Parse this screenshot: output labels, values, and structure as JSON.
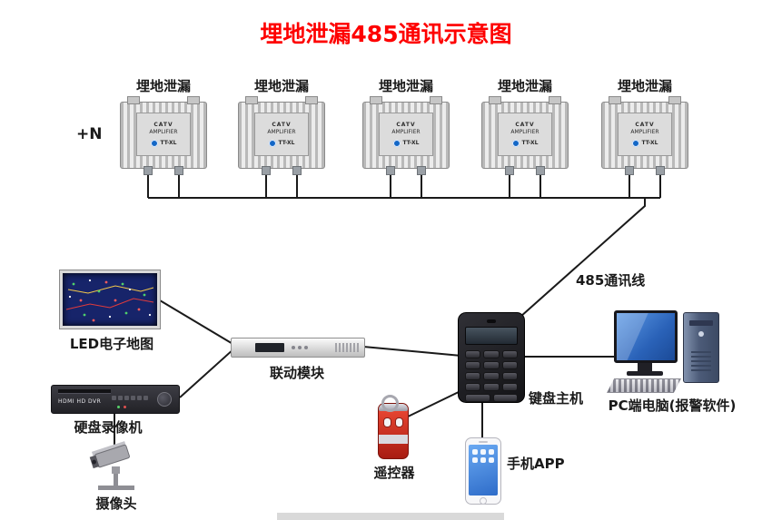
{
  "title": "埋地泄漏485通讯示意图",
  "left_note": "+N",
  "amplifier": {
    "label": "埋地泄漏",
    "plate_line1": "CATV",
    "plate_line2": "AMPLIFIER",
    "model": "TT-XL"
  },
  "wire_label": "485通讯线",
  "devices": {
    "led_map": {
      "label": "LED电子地图"
    },
    "linkage_module": {
      "label": "联动模块"
    },
    "dvr": {
      "label": "硬盘录像机",
      "panel_text": "HDMI HD DVR"
    },
    "camera": {
      "label": "摄像头"
    },
    "remote": {
      "label": "遥控器"
    },
    "keypad_host": {
      "label": "键盘主机"
    },
    "phone": {
      "label": "手机APP"
    },
    "pc": {
      "label": "PC端电脑(报警软件)"
    }
  },
  "colors": {
    "title": "#fe0000",
    "wire": "#1a1a1a",
    "label_text": "#1a1a1a",
    "remote_body": "#c5251a",
    "screen_blue": "#2a62b8"
  }
}
